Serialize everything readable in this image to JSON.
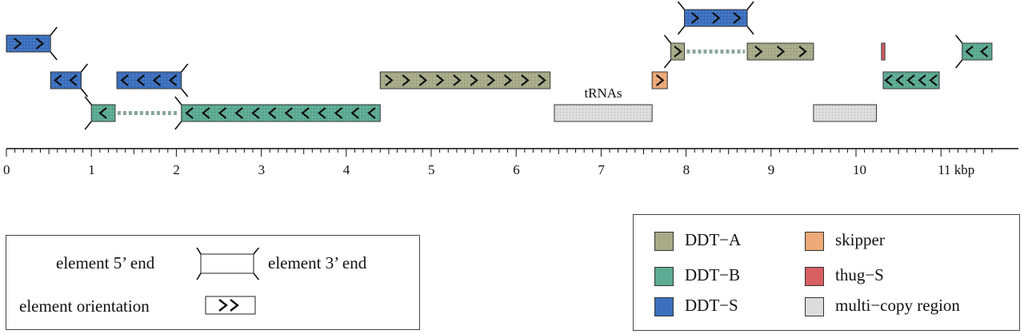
{
  "axis": {
    "unit": "kbp",
    "min": 0,
    "max": 11.6,
    "major_ticks": [
      0,
      1,
      2,
      3,
      4,
      5,
      6,
      7,
      8,
      9,
      10,
      11
    ],
    "labels": [
      "0",
      "1",
      "2",
      "3",
      "4",
      "5",
      "6",
      "7",
      "8",
      "9",
      "10",
      "11 kbp"
    ]
  },
  "region_label": "tRNAs",
  "colors": {
    "DDT-A": "#a7ab88",
    "DDT-B": "#5cab93",
    "DDT-S": "#3c70bf",
    "skipper": "#eeaa78",
    "thug-S": "#d85f62",
    "multi-copy": "#dcdcdc"
  },
  "elements": [
    {
      "type": "DDT-S",
      "start": 0,
      "end": 0.52,
      "row": 0,
      "dir": "right",
      "chevrons": 2,
      "caps": "right"
    },
    {
      "type": "DDT-S",
      "start": 7.98,
      "end": 8.72,
      "row": -1,
      "dir": "right",
      "chevrons": 3,
      "caps": "both"
    },
    {
      "type": "DDT-A",
      "start": 7.82,
      "end": 7.98,
      "row": 1,
      "dir": "right",
      "chevrons": 1,
      "caps": "left"
    },
    {
      "type": "DDT-A",
      "start": 8.72,
      "end": 9.5,
      "row": 1,
      "dir": "right",
      "chevrons": 3,
      "caps": "none"
    },
    {
      "type": "DDT-B",
      "start": 11.25,
      "end": 11.6,
      "row": 1,
      "dir": "left",
      "chevrons": 2,
      "caps": "left"
    },
    {
      "type": "thug-S",
      "start": 10.3,
      "end": 10.34,
      "row": 1,
      "dir": "none",
      "chevrons": 0,
      "caps": "none"
    },
    {
      "type": "DDT-S",
      "start": 0.52,
      "end": 0.88,
      "row": 2,
      "dir": "left",
      "chevrons": 2,
      "caps": "right"
    },
    {
      "type": "DDT-S",
      "start": 1.3,
      "end": 2.06,
      "row": 2,
      "dir": "left",
      "chevrons": 4,
      "caps": "right"
    },
    {
      "type": "DDT-A",
      "start": 4.4,
      "end": 6.4,
      "row": 2,
      "dir": "right",
      "chevrons": 10,
      "caps": "none"
    },
    {
      "type": "skipper",
      "start": 7.6,
      "end": 7.78,
      "row": 2,
      "dir": "right",
      "chevrons": 1,
      "caps": "none"
    },
    {
      "type": "DDT-B",
      "start": 10.32,
      "end": 10.98,
      "row": 2,
      "dir": "left",
      "chevrons": 5,
      "caps": "none"
    },
    {
      "type": "DDT-B",
      "start": 1.0,
      "end": 1.28,
      "row": 3,
      "dir": "left",
      "chevrons": 1,
      "caps": "left"
    },
    {
      "type": "DDT-B",
      "start": 2.06,
      "end": 4.4,
      "row": 3,
      "dir": "left",
      "chevrons": 12,
      "caps": "left"
    },
    {
      "type": "multi-copy",
      "start": 6.45,
      "end": 7.6,
      "row": 3,
      "dir": "none",
      "chevrons": 0,
      "caps": "none"
    },
    {
      "type": "multi-copy",
      "start": 9.5,
      "end": 10.24,
      "row": 3,
      "dir": "none",
      "chevrons": 0,
      "caps": "none"
    }
  ],
  "links": [
    {
      "start": 1.28,
      "end": 2.06,
      "row": 3
    },
    {
      "start": 7.98,
      "end": 8.72,
      "row": 1
    }
  ],
  "trna_region": {
    "start": 6.45,
    "end": 7.6
  },
  "key": {
    "five_prime": "element 5’ end",
    "three_prime": "element 3’ end",
    "orientation": "element orientation"
  },
  "legend": [
    {
      "label": "DDT−A",
      "color": "#a7ab88"
    },
    {
      "label": "DDT−B",
      "color": "#5cab93"
    },
    {
      "label": "DDT−S",
      "color": "#3c70bf"
    },
    {
      "label": "skipper",
      "color": "#eeaa78"
    },
    {
      "label": "thug−S",
      "color": "#d85f62"
    },
    {
      "label": "multi−copy region",
      "color": "#dcdcdc"
    }
  ]
}
